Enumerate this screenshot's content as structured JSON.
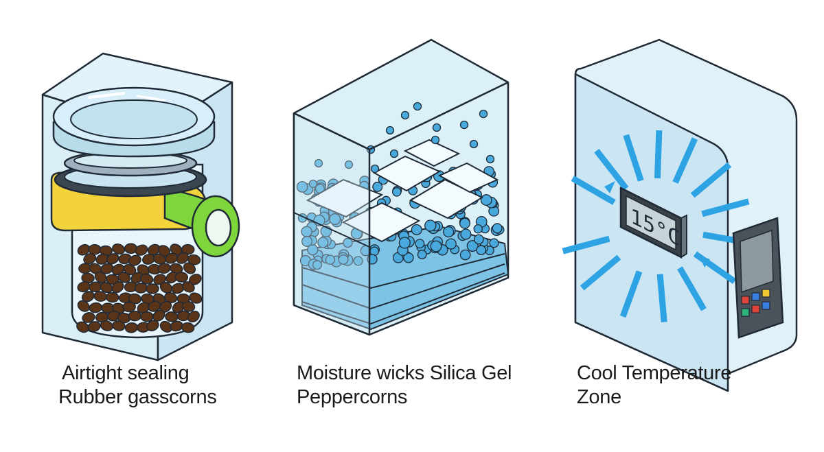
{
  "panels": [
    {
      "id": "airtight",
      "caption_line1": "Airtight sealing",
      "caption_line2": "Rubber gasscorns",
      "icon": "sealed-jar-icon"
    },
    {
      "id": "moisture",
      "caption_line1": "Moisture wicks Silica Gel",
      "caption_line2": "Peppercorns",
      "icon": "silica-gel-box-icon"
    },
    {
      "id": "cool",
      "caption_line1": "Cool Temperature",
      "caption_line2": "Zone",
      "icon": "cool-cabinet-icon",
      "display_reading": "15°C"
    }
  ],
  "colors": {
    "outline": "#1f2a36",
    "glass": "#d6ecf5",
    "glass_dark": "#b9dcea",
    "gasket": "#3c4650",
    "clamp_yellow": "#f3d33b",
    "clamp_green": "#7ed63c",
    "bean": "#5a3418",
    "droplet": "#4aa9dc",
    "ray": "#2ea3e4",
    "keypad": [
      "#e0443a",
      "#3a7ee0",
      "#f2c832",
      "#2fb37a",
      "#e0443a",
      "#3a7ee0"
    ]
  }
}
